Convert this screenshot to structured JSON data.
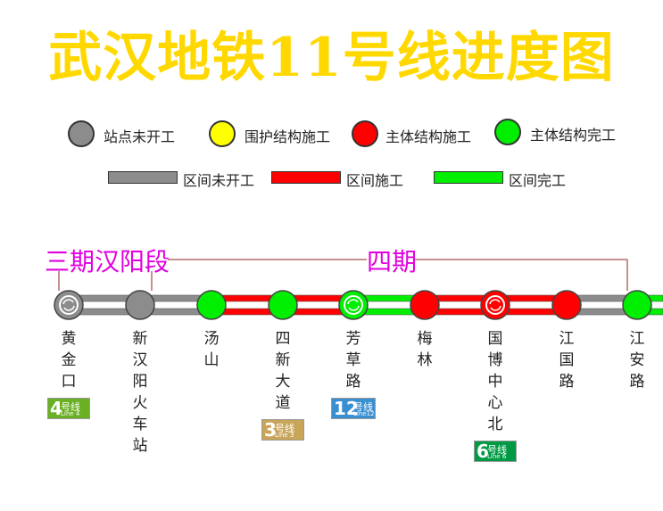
{
  "title": "武汉地铁11号线进度图",
  "legend": {
    "station_states": [
      {
        "label": "站点未开工",
        "color": "#8c8c8c"
      },
      {
        "label": "围护结构施工",
        "color": "#ffff00"
      },
      {
        "label": "主体结构施工",
        "color": "#ff0000"
      },
      {
        "label": "主体结构完工",
        "color": "#00ee00"
      }
    ],
    "section_states": [
      {
        "label": "区间未开工",
        "color": "#8c8c8c"
      },
      {
        "label": "区间施工",
        "color": "#ff0000"
      },
      {
        "label": "区间完工",
        "color": "#00ee00"
      }
    ]
  },
  "phases": {
    "phase3": "三期汉阳段",
    "phase4": "四期"
  },
  "stations": [
    {
      "id": "huangjinkou",
      "name": "黄金口",
      "color": "#8c8c8c",
      "interchange": true,
      "transfer": {
        "num": "4",
        "zh": "号线",
        "en": "Line 4",
        "color": "#6ab023"
      }
    },
    {
      "id": "xinhanyang",
      "name": "新汉阳火车站",
      "color": "#8c8c8c",
      "interchange": false
    },
    {
      "id": "tangshan",
      "name": "汤山",
      "color": "#00ee00",
      "interchange": false
    },
    {
      "id": "sixindadao",
      "name": "四新大道",
      "color": "#00ee00",
      "interchange": false,
      "transfer": {
        "num": "3",
        "zh": "号线",
        "en": "Line 3",
        "color": "#c9a55a"
      }
    },
    {
      "id": "fangcaolu",
      "name": "芳草路",
      "color": "#00ee00",
      "interchange": true,
      "transfer": {
        "num": "12",
        "zh": "号线",
        "en": "Line12",
        "color": "#3a8fd0"
      }
    },
    {
      "id": "meilin",
      "name": "梅林",
      "color": "#ff0000",
      "interchange": false
    },
    {
      "id": "guobozhongxinbei",
      "name": "国博中心北",
      "color": "#ff0000",
      "interchange": true,
      "transfer": {
        "num": "6",
        "zh": "号线",
        "en": "Line 6",
        "color": "#009a44"
      }
    },
    {
      "id": "jiangguolu",
      "name": "江国路",
      "color": "#ff0000",
      "interchange": false
    },
    {
      "id": "jianganlu",
      "name": "江安路",
      "color": "#00ee00",
      "interchange": false
    }
  ],
  "sections": [
    {
      "from": "黄金口",
      "to": "新汉阳火车站",
      "color": "#8c8c8c"
    },
    {
      "from": "新汉阳火车站",
      "to": "汤山",
      "color": "#8c8c8c"
    },
    {
      "from": "汤山",
      "to": "四新大道",
      "color": "#ff0000"
    },
    {
      "from": "四新大道",
      "to": "芳草路",
      "color": "#ff0000"
    },
    {
      "from": "芳草路",
      "to": "梅林",
      "color": "#00ee00"
    },
    {
      "from": "梅林",
      "to": "国博中心北",
      "color": "#ff0000"
    },
    {
      "from": "国博中心北",
      "to": "江国路",
      "color": "#ff0000"
    },
    {
      "from": "江国路",
      "to": "江安路",
      "color": "#8c8c8c"
    },
    {
      "from": "江安路",
      "to": "",
      "color": "#00ee00"
    }
  ]
}
